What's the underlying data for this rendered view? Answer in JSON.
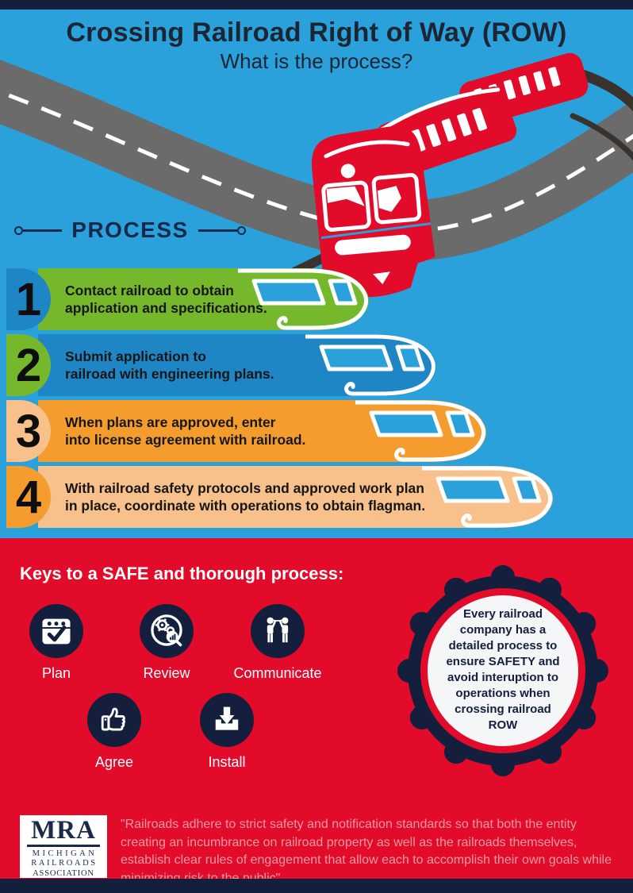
{
  "colors": {
    "sky": "#2AA1DA",
    "navy": "#131F3D",
    "red": "#E30B2A",
    "road_gray": "#6B6B6B",
    "rail_dark": "#3A332D",
    "white": "#FFFFFF"
  },
  "header": {
    "title": "Crossing Railroad Right of Way (ROW)",
    "subtitle": "What is the process?"
  },
  "process": {
    "heading": "PROCESS",
    "steps": [
      {
        "number": "1",
        "bar_color": "#76B82B",
        "tab_color": "#1F86C6",
        "lines": [
          "Contact railroad to obtain",
          "application and specifications."
        ]
      },
      {
        "number": "2",
        "bar_color": "#1F86C6",
        "tab_color": "#76B82B",
        "lines": [
          "Submit application to",
          "railroad with engineering plans."
        ]
      },
      {
        "number": "3",
        "bar_color": "#F49D2E",
        "tab_color": "#F8C18C",
        "lines": [
          "When plans are approved, enter",
          "into license agreement with railroad."
        ]
      },
      {
        "number": "4",
        "bar_color": "#F8C18C",
        "tab_color": "#F49D2E",
        "lines": [
          "With railroad safety protocols and approved work plan",
          "in place, coordinate with operations to obtain flagman."
        ]
      }
    ]
  },
  "keys": {
    "heading": "Keys to a SAFE and thorough process:",
    "items": [
      {
        "label": "Plan",
        "icon": "calendar-check-icon"
      },
      {
        "label": "Review",
        "icon": "gears-magnifier-icon"
      },
      {
        "label": "Communicate",
        "icon": "people-talking-icon"
      },
      {
        "label": "Agree",
        "icon": "thumbs-up-icon"
      },
      {
        "label": "Install",
        "icon": "download-install-icon"
      }
    ]
  },
  "badge": {
    "lines": [
      "Every railroad",
      "company has a",
      "detailed process to",
      "ensure SAFETY and",
      "avoid interuption to",
      "operations when",
      "crossing railroad",
      "ROW"
    ]
  },
  "footer": {
    "logo": {
      "abbr": "MRA",
      "lines": [
        "MICHIGAN",
        "RAILROADS",
        "ASSOCIATION"
      ]
    },
    "quote": "\"Railroads adhere to strict safety and notification standards so that both the entity creating an incumbrance on railroad property as well as the railroads themselves, establish clear rules of engagement that allow each to accomplish their own goals while minimizing risk to the public\""
  }
}
